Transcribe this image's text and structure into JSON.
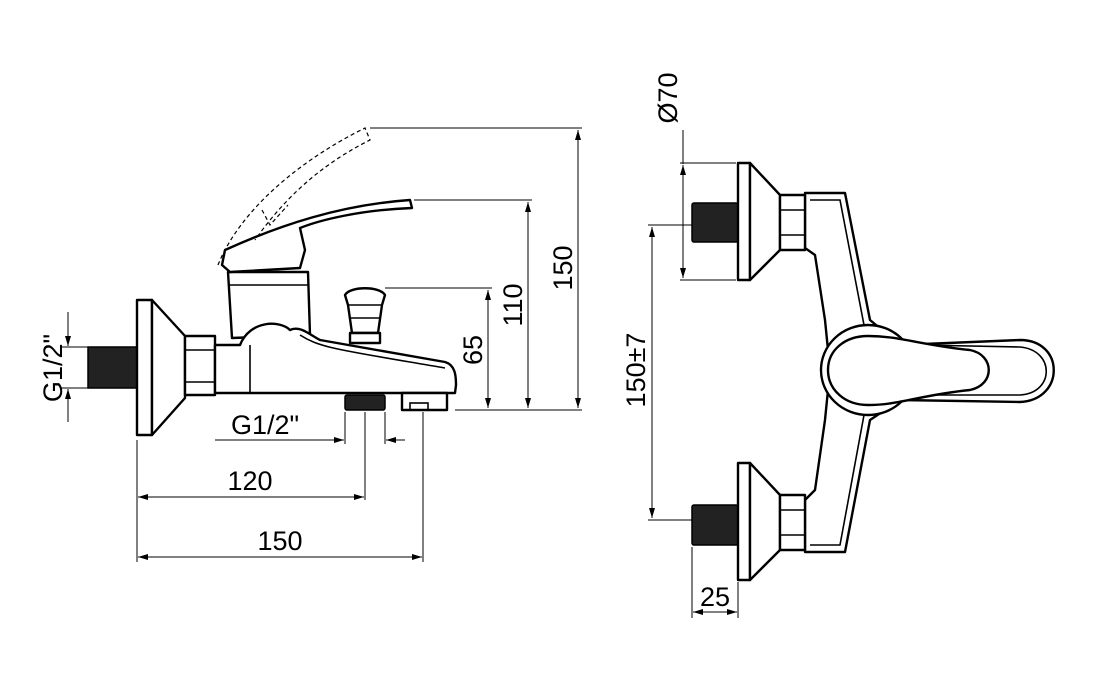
{
  "title": "Bath mixer dimension drawing",
  "side_view": {
    "thread_left": "G1/2\"",
    "thread_bottom": "G1/2\"",
    "dim_120": "120",
    "dim_150_width": "150",
    "dim_65": "65",
    "dim_110": "110",
    "dim_150_height": "150"
  },
  "front_view": {
    "flange_diameter": "Ø70",
    "center_distance": "150±7",
    "thread_length": "25"
  }
}
